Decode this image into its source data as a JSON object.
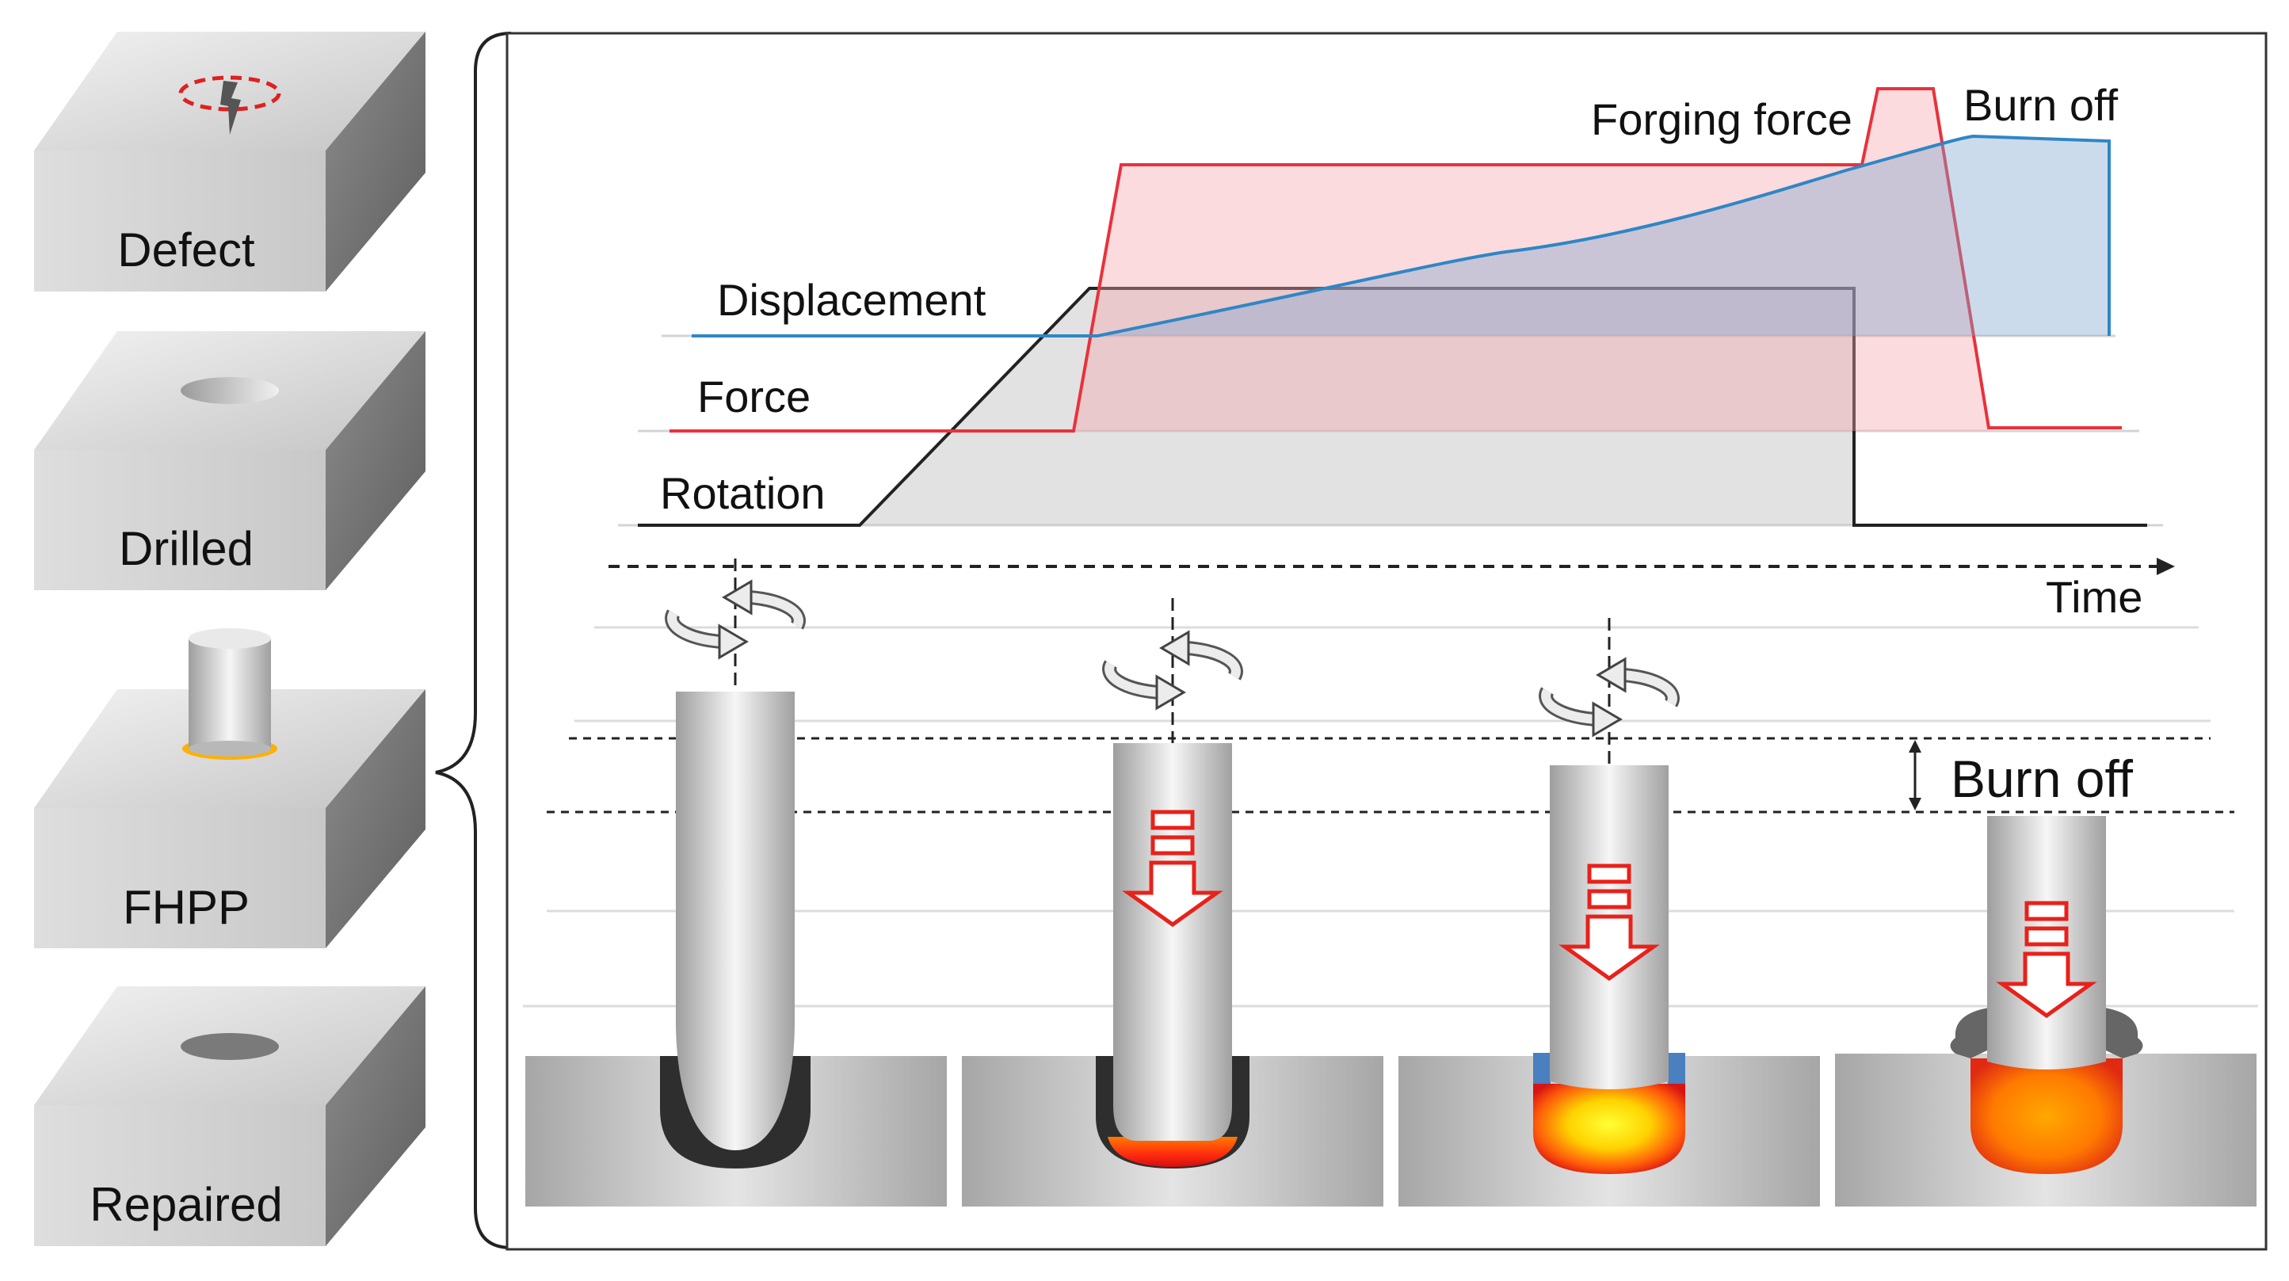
{
  "blocks": {
    "defect_label": "Defect",
    "drilled_label": "Drilled",
    "fhpp_label": "FHPP",
    "repaired_label": "Repaired"
  },
  "timeline": {
    "displacement_label": "Displacement",
    "force_label": "Force",
    "rotation_label": "Rotation",
    "forging_force_label": "Forging force",
    "burn_off_label": "Burn off",
    "time_label": "Time"
  },
  "stages": {
    "burn_off_label": "Burn off"
  },
  "colors": {
    "force": "#e8323c",
    "displacement": "#2f86c6",
    "rotation": "#222222",
    "heat_hot": "#ffee00",
    "heat_mid": "#ff8a00",
    "heat_edge": "#e8211a",
    "flash_blue": "#4a7fc0"
  },
  "icons": [
    "rotation-arrows-icon",
    "down-arrow-icon",
    "defect-marker-icon"
  ]
}
